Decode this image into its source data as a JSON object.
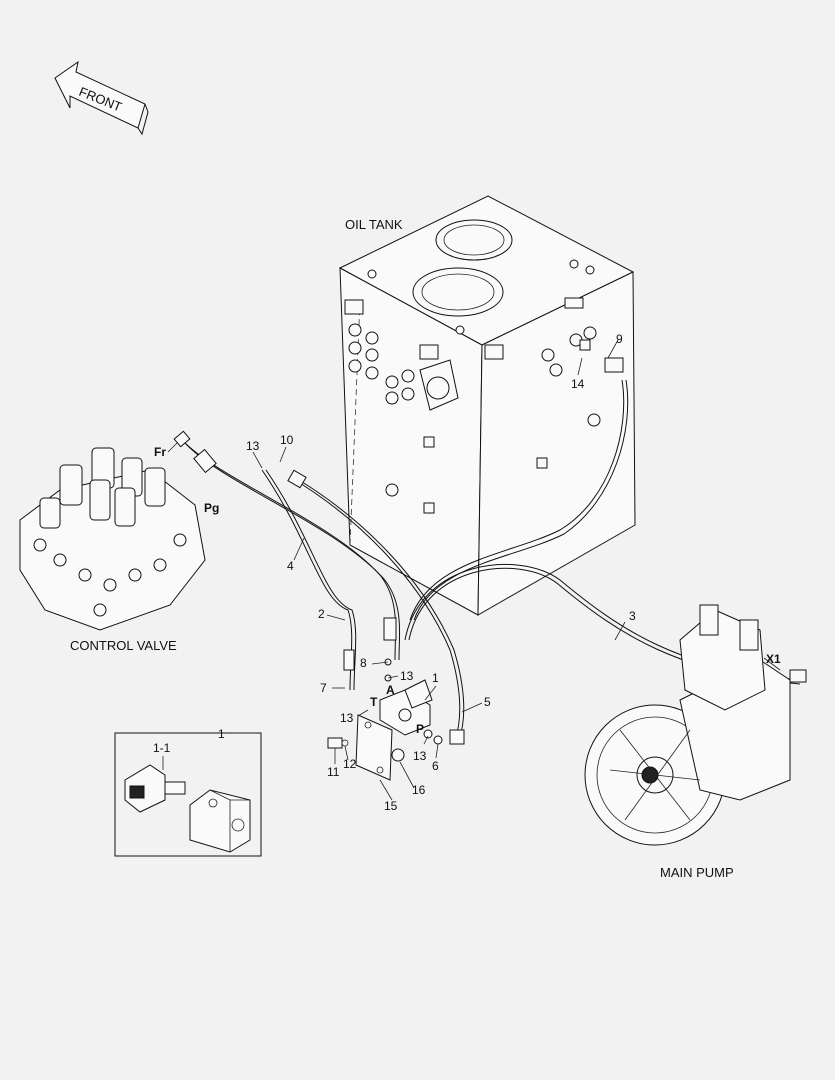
{
  "titles": {
    "front": "FRONT",
    "oil_tank": "OIL TANK",
    "control_valve": "CONTROL VALVE",
    "main_pump": "MAIN PUMP"
  },
  "ports": {
    "fr": "Fr",
    "pg": "Pg",
    "x1": "X1",
    "a": "A",
    "t": "T",
    "p": "P"
  },
  "callouts": {
    "c1": "1",
    "c1_detail": "1",
    "c1_1": "1-1",
    "c2": "2",
    "c3": "3",
    "c4": "4",
    "c5": "5",
    "c6": "6",
    "c7": "7",
    "c8": "8",
    "c9": "9",
    "c10": "10",
    "c11": "11",
    "c12": "12",
    "c13a": "13",
    "c13b": "13",
    "c13c": "13",
    "c13d": "13",
    "c14": "14",
    "c15": "15",
    "c16": "16"
  }
}
